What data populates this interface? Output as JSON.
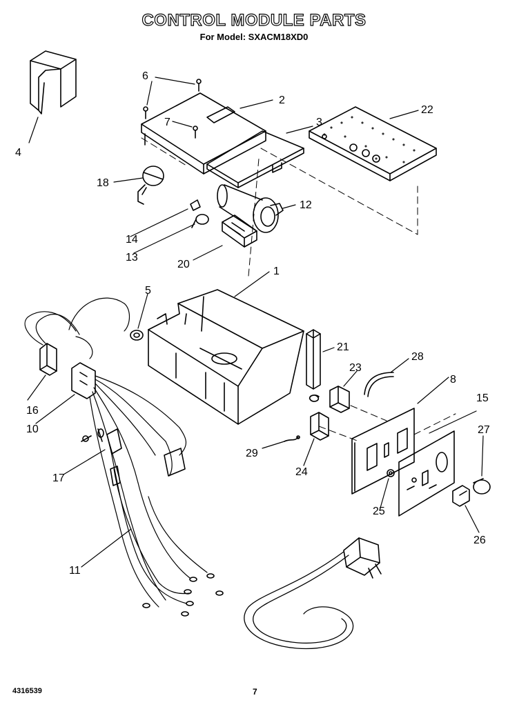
{
  "title": "CONTROL MODULE PARTS",
  "subtitle": "For Model: SXACM18XD0",
  "doc_number": "4316539",
  "page_number": "7",
  "callouts": [
    "1",
    "2",
    "3",
    "4",
    "5",
    "6",
    "7",
    "8",
    "10",
    "11",
    "12",
    "13",
    "14",
    "15",
    "16",
    "17",
    "18",
    "20",
    "21",
    "22",
    "23",
    "24",
    "25",
    "26",
    "27",
    "28",
    "29"
  ]
}
